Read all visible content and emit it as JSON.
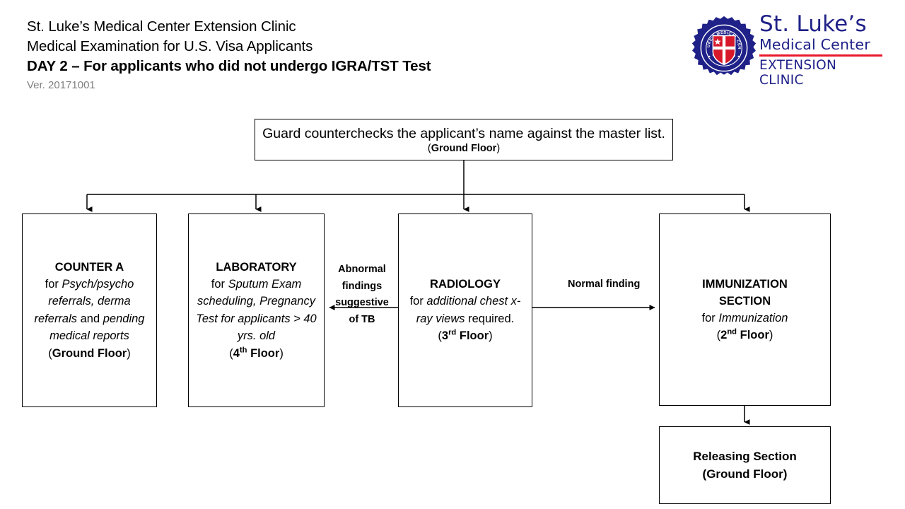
{
  "header": {
    "line1": "St. Luke’s Medical Center Extension Clinic",
    "line2": "Medical Examination for U.S. Visa Applicants",
    "line3": "DAY 2 – For applicants who did not undergo IGRA/TST Test",
    "version": "Ver. 20171001"
  },
  "logo": {
    "seal_ring_text_top": "ST. LUKE'S MEDICAL CENTER",
    "seal_ring_text_bottom": "PHILIPPINES",
    "wordmark_line1": "St. Luke’s",
    "wordmark_line2": "Medical Center",
    "wordmark_line3": "EXTENSION CLINIC",
    "brand_blue": "#1f2188",
    "brand_red": "#e8192c"
  },
  "flow": {
    "guard": {
      "text": "Guard counterchecks the applicant’s name against the master list.",
      "floor_prefix": "(",
      "floor": "Ground Floor",
      "floor_suffix": ")"
    },
    "counter_a": {
      "title": "COUNTER A",
      "body_prefix": "for ",
      "body_italic_1": "Psych/psycho referrals, derma referrals",
      "body_mid": " and ",
      "body_italic_2": "pending medical reports",
      "floor": "Ground  Floor"
    },
    "laboratory": {
      "title": "LABORATORY",
      "body_prefix": "for ",
      "body_italic": "Sputum Exam scheduling, Pregnancy Test for applicants > 40 yrs. old",
      "floor_number": "4",
      "floor_ordinal": "th",
      "floor_word": "Floor"
    },
    "radiology": {
      "title": "RADIOLOGY",
      "body_prefix": "for ",
      "body_italic": "additional chest x-ray views",
      "body_suffix": " required.",
      "floor_number": "3",
      "floor_ordinal": "rd",
      "floor_word": "Floor"
    },
    "immunization": {
      "title_line1": "IMMUNIZATION",
      "title_line2": "SECTION",
      "body_prefix": "for ",
      "body_italic": "Immunization",
      "floor_number": "2",
      "floor_ordinal": "nd",
      "floor_word": "Floor"
    },
    "releasing": {
      "title": "Releasing Section",
      "floor": "(Ground  Floor)"
    }
  },
  "edges": {
    "abnormal_label": "Abnormal findings suggestive of TB",
    "normal_label": "Normal finding"
  }
}
